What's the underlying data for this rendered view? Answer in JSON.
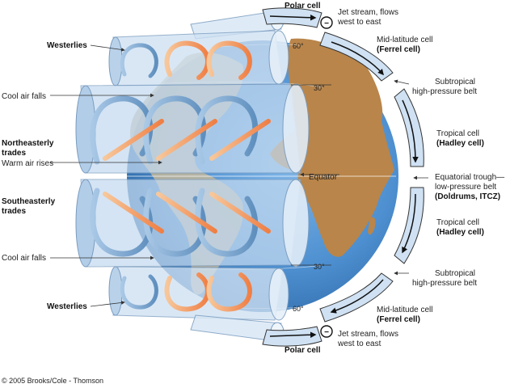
{
  "labels": {
    "polar_cell_top": "Polar cell",
    "polar_cell_bottom": "Polar cell",
    "jet_top_1": "Jet stream, flows",
    "jet_top_2": "west to east",
    "jet_bottom_1": "Jet stream, flows",
    "jet_bottom_2": "west to east",
    "ferrel_top_1": "Mid-latitude cell",
    "ferrel_top_2": "(Ferrel cell)",
    "ferrel_bottom_1": "Mid-latitude cell",
    "ferrel_bottom_2": "(Ferrel cell)",
    "subtrop_top_1": "Subtropical",
    "subtrop_top_2": "high-pressure belt",
    "subtrop_bottom_1": "Subtropical",
    "subtrop_bottom_2": "high-pressure belt",
    "hadley_top_1": "Tropical cell",
    "hadley_top_2": "(Hadley cell)",
    "hadley_bottom_1": "Tropical cell",
    "hadley_bottom_2": "(Hadley cell)",
    "itcz_1": "Equatorial trough—",
    "itcz_2": "low-pressure belt",
    "itcz_3": "(Doldrums, ITCZ)",
    "westerlies_top": "Westerlies",
    "westerlies_bottom": "Westerlies",
    "cool_air_top": "Cool air falls",
    "cool_air_bottom": "Cool air falls",
    "ne_trades_1": "Northeasterly",
    "ne_trades_2": "trades",
    "warm_air": "Warm air rises",
    "se_trades_1": "Southeasterly",
    "se_trades_2": "trades",
    "equator": "Equator",
    "lat60_top": "60°",
    "lat30_top": "30°",
    "lat30_bottom": "30°",
    "lat60_bottom": "60°",
    "jet_symbol_top": "−",
    "jet_symbol_bottom": "−",
    "copyright": "© 2005 Brooks/Cole - Thomson"
  },
  "colors": {
    "ocean": "#4d8fd0",
    "land": "#b9854a",
    "cell_fill": "#d9e8f6",
    "warm_arrow": "#f2925a",
    "cool_arrow": "#6f9cc7"
  }
}
